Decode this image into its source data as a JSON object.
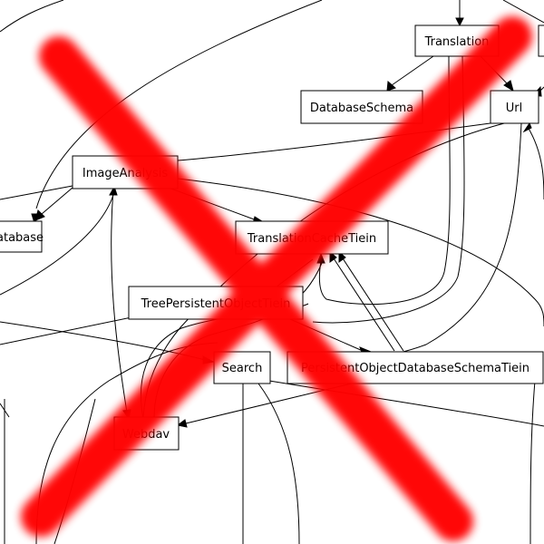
{
  "nodes": {
    "translation": {
      "label": "Translation"
    },
    "url": {
      "label": "Url"
    },
    "database_schema": {
      "label": "DatabaseSchema"
    },
    "image_analysis": {
      "label": "ImageAnalysis"
    },
    "database": {
      "label": "atabase"
    },
    "translation_cache_tiein": {
      "label": "TranslationCacheTiein"
    },
    "tree_persistent_object_tiein": {
      "label": "TreePersistentObjectTiein"
    },
    "search": {
      "label": "Search"
    },
    "persistent_object_database_schema_tiein": {
      "label": "PersistentObjectDatabaseSchemaTiein"
    },
    "webdav": {
      "label": "Webdav"
    }
  },
  "overlay": {
    "color": "#ff0000"
  }
}
